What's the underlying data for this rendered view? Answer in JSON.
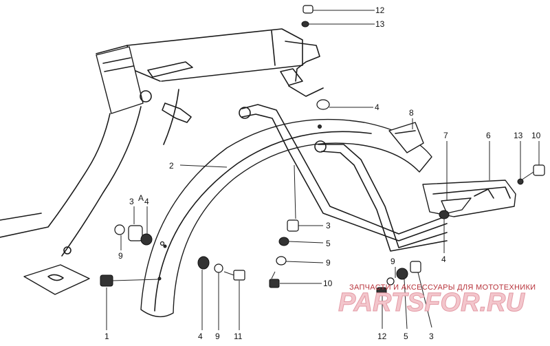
{
  "diagram": {
    "callouts": [
      {
        "id": "c12top",
        "text": "12"
      },
      {
        "id": "c13top",
        "text": "13"
      },
      {
        "id": "c4top",
        "text": "4"
      },
      {
        "id": "c8",
        "text": "8"
      },
      {
        "id": "c7",
        "text": "7"
      },
      {
        "id": "c6",
        "text": "6"
      },
      {
        "id": "c13r",
        "text": "13"
      },
      {
        "id": "c10r",
        "text": "10"
      },
      {
        "id": "c2",
        "text": "2"
      },
      {
        "id": "c3left",
        "text": "3"
      },
      {
        "id": "cA",
        "text": "A"
      },
      {
        "id": "c4left",
        "text": "4"
      },
      {
        "id": "c9left",
        "text": "9"
      },
      {
        "id": "c1",
        "text": "1"
      },
      {
        "id": "c3mid",
        "text": "3"
      },
      {
        "id": "c5mid",
        "text": "5"
      },
      {
        "id": "c9mid",
        "text": "9"
      },
      {
        "id": "c10mid",
        "text": "10"
      },
      {
        "id": "c4right",
        "text": "4"
      },
      {
        "id": "c9br",
        "text": "9"
      },
      {
        "id": "c4bot",
        "text": "4"
      },
      {
        "id": "c9bot",
        "text": "9"
      },
      {
        "id": "c11bot",
        "text": "11"
      },
      {
        "id": "c12bot",
        "text": "12"
      },
      {
        "id": "c5bot",
        "text": "5"
      },
      {
        "id": "c3bot",
        "text": "3"
      }
    ]
  },
  "watermark": {
    "caption": "ЗАПЧАСТИ И АКСЕССУАРЫ ДЛЯ МОТОТЕХНИКИ",
    "logo": "PARTSFOR.RU"
  }
}
